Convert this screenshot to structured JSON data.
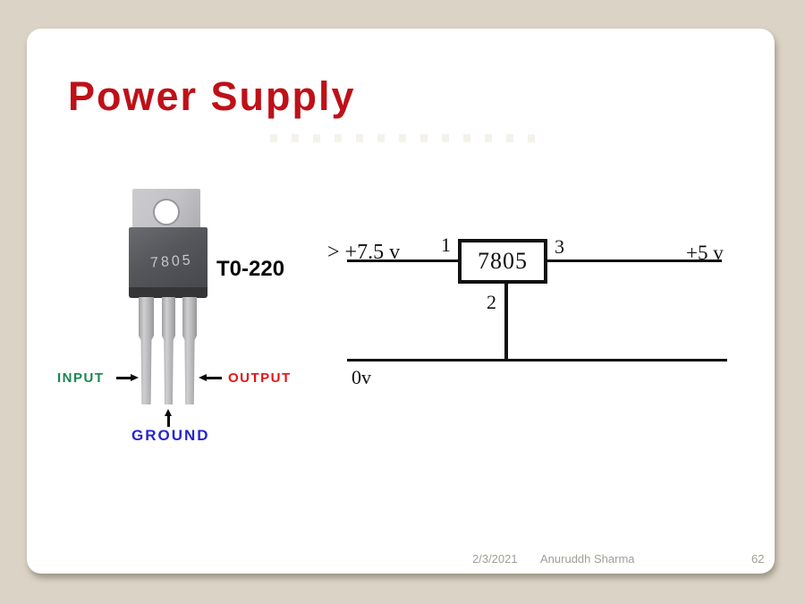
{
  "slide": {
    "title": "Power Supply"
  },
  "package_figure": {
    "chip_marking": "7805",
    "package_label": "T0-220",
    "pin_labels": {
      "input": {
        "text": "INPUT",
        "color": "#1B8653"
      },
      "output": {
        "text": "OUTPUT",
        "color": "#E21515"
      },
      "ground": {
        "text": "GROUND",
        "color": "#2626CE"
      }
    }
  },
  "circuit": {
    "regulator_label": "7805",
    "input_voltage": "> +7.5 v",
    "output_voltage": "+5 v",
    "ground_voltage": "0v",
    "pin_numbers": {
      "input": "1",
      "ground": "2",
      "output": "3"
    }
  },
  "footer": {
    "date": "2/3/2021",
    "author": "Anuruddh Sharma",
    "page_number": "62"
  },
  "colors": {
    "background": "#DBD3C5",
    "slide_surface": "#FFFFFF",
    "title": "#BE1118",
    "input_label": "#1B8653",
    "output_label": "#E21515",
    "ground_label": "#2626CE",
    "wire": "#111111",
    "footer_text": "#A29E96"
  }
}
